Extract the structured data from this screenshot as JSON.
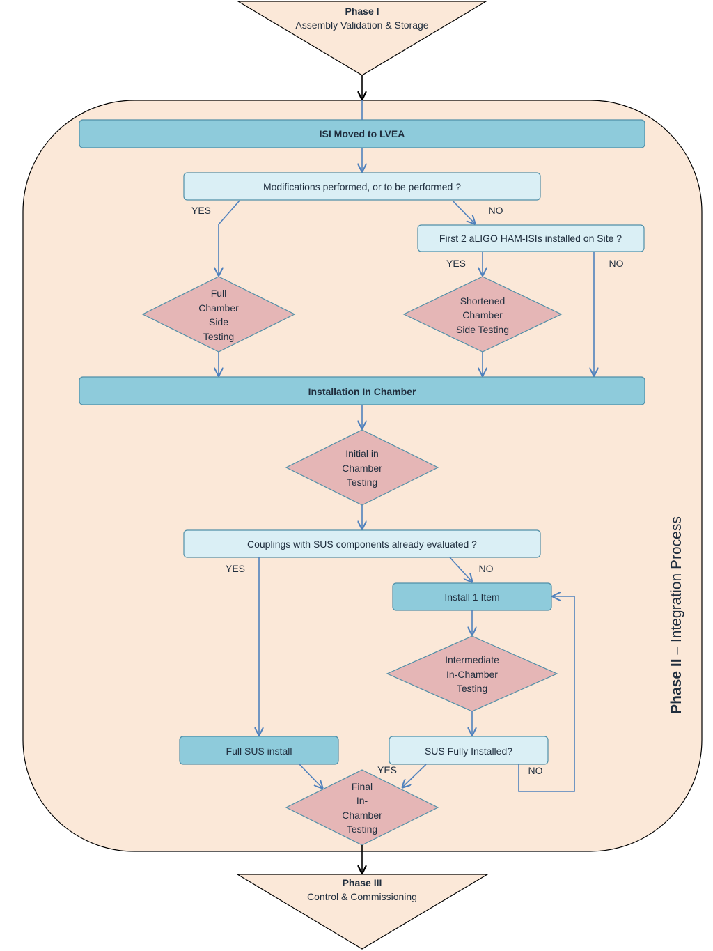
{
  "phase1": {
    "title": "Phase I",
    "subtitle": "Assembly Validation & Storage"
  },
  "phase2": {
    "title_bold": "Phase II",
    "title_rest": " – Integration Process"
  },
  "phase3": {
    "title": "Phase III",
    "subtitle": "Control & Commissioning"
  },
  "steps": {
    "isi_moved": "ISI Moved to LVEA",
    "modifications_q": "Modifications performed, or to be performed ?",
    "first2_q": "First 2 aLIGO HAM-ISIs installed on Site ?",
    "full_chamber": [
      "Full",
      "Chamber",
      "Side",
      "Testing"
    ],
    "shortened_chamber": [
      "Shortened",
      "Chamber",
      "Side Testing"
    ],
    "installation": "Installation In Chamber",
    "initial_testing": [
      "Initial in",
      "Chamber",
      "Testing"
    ],
    "couplings_q": "Couplings with SUS components already evaluated ?",
    "install_item": "Install 1 Item",
    "intermediate_testing": [
      "Intermediate",
      "In-Chamber",
      "Testing"
    ],
    "full_sus": "Full SUS install",
    "sus_fully_q": "SUS Fully Installed?",
    "final_testing": [
      "Final",
      "In-",
      "Chamber",
      "Testing"
    ]
  },
  "answers": {
    "yes": "YES",
    "no": "NO"
  },
  "colors": {
    "container_fill": "#fbe8d8",
    "dark_box": "#8ecbdb",
    "light_box": "#daeff5",
    "diamond": "#e5b6b6",
    "arrow": "#4f81bd"
  }
}
